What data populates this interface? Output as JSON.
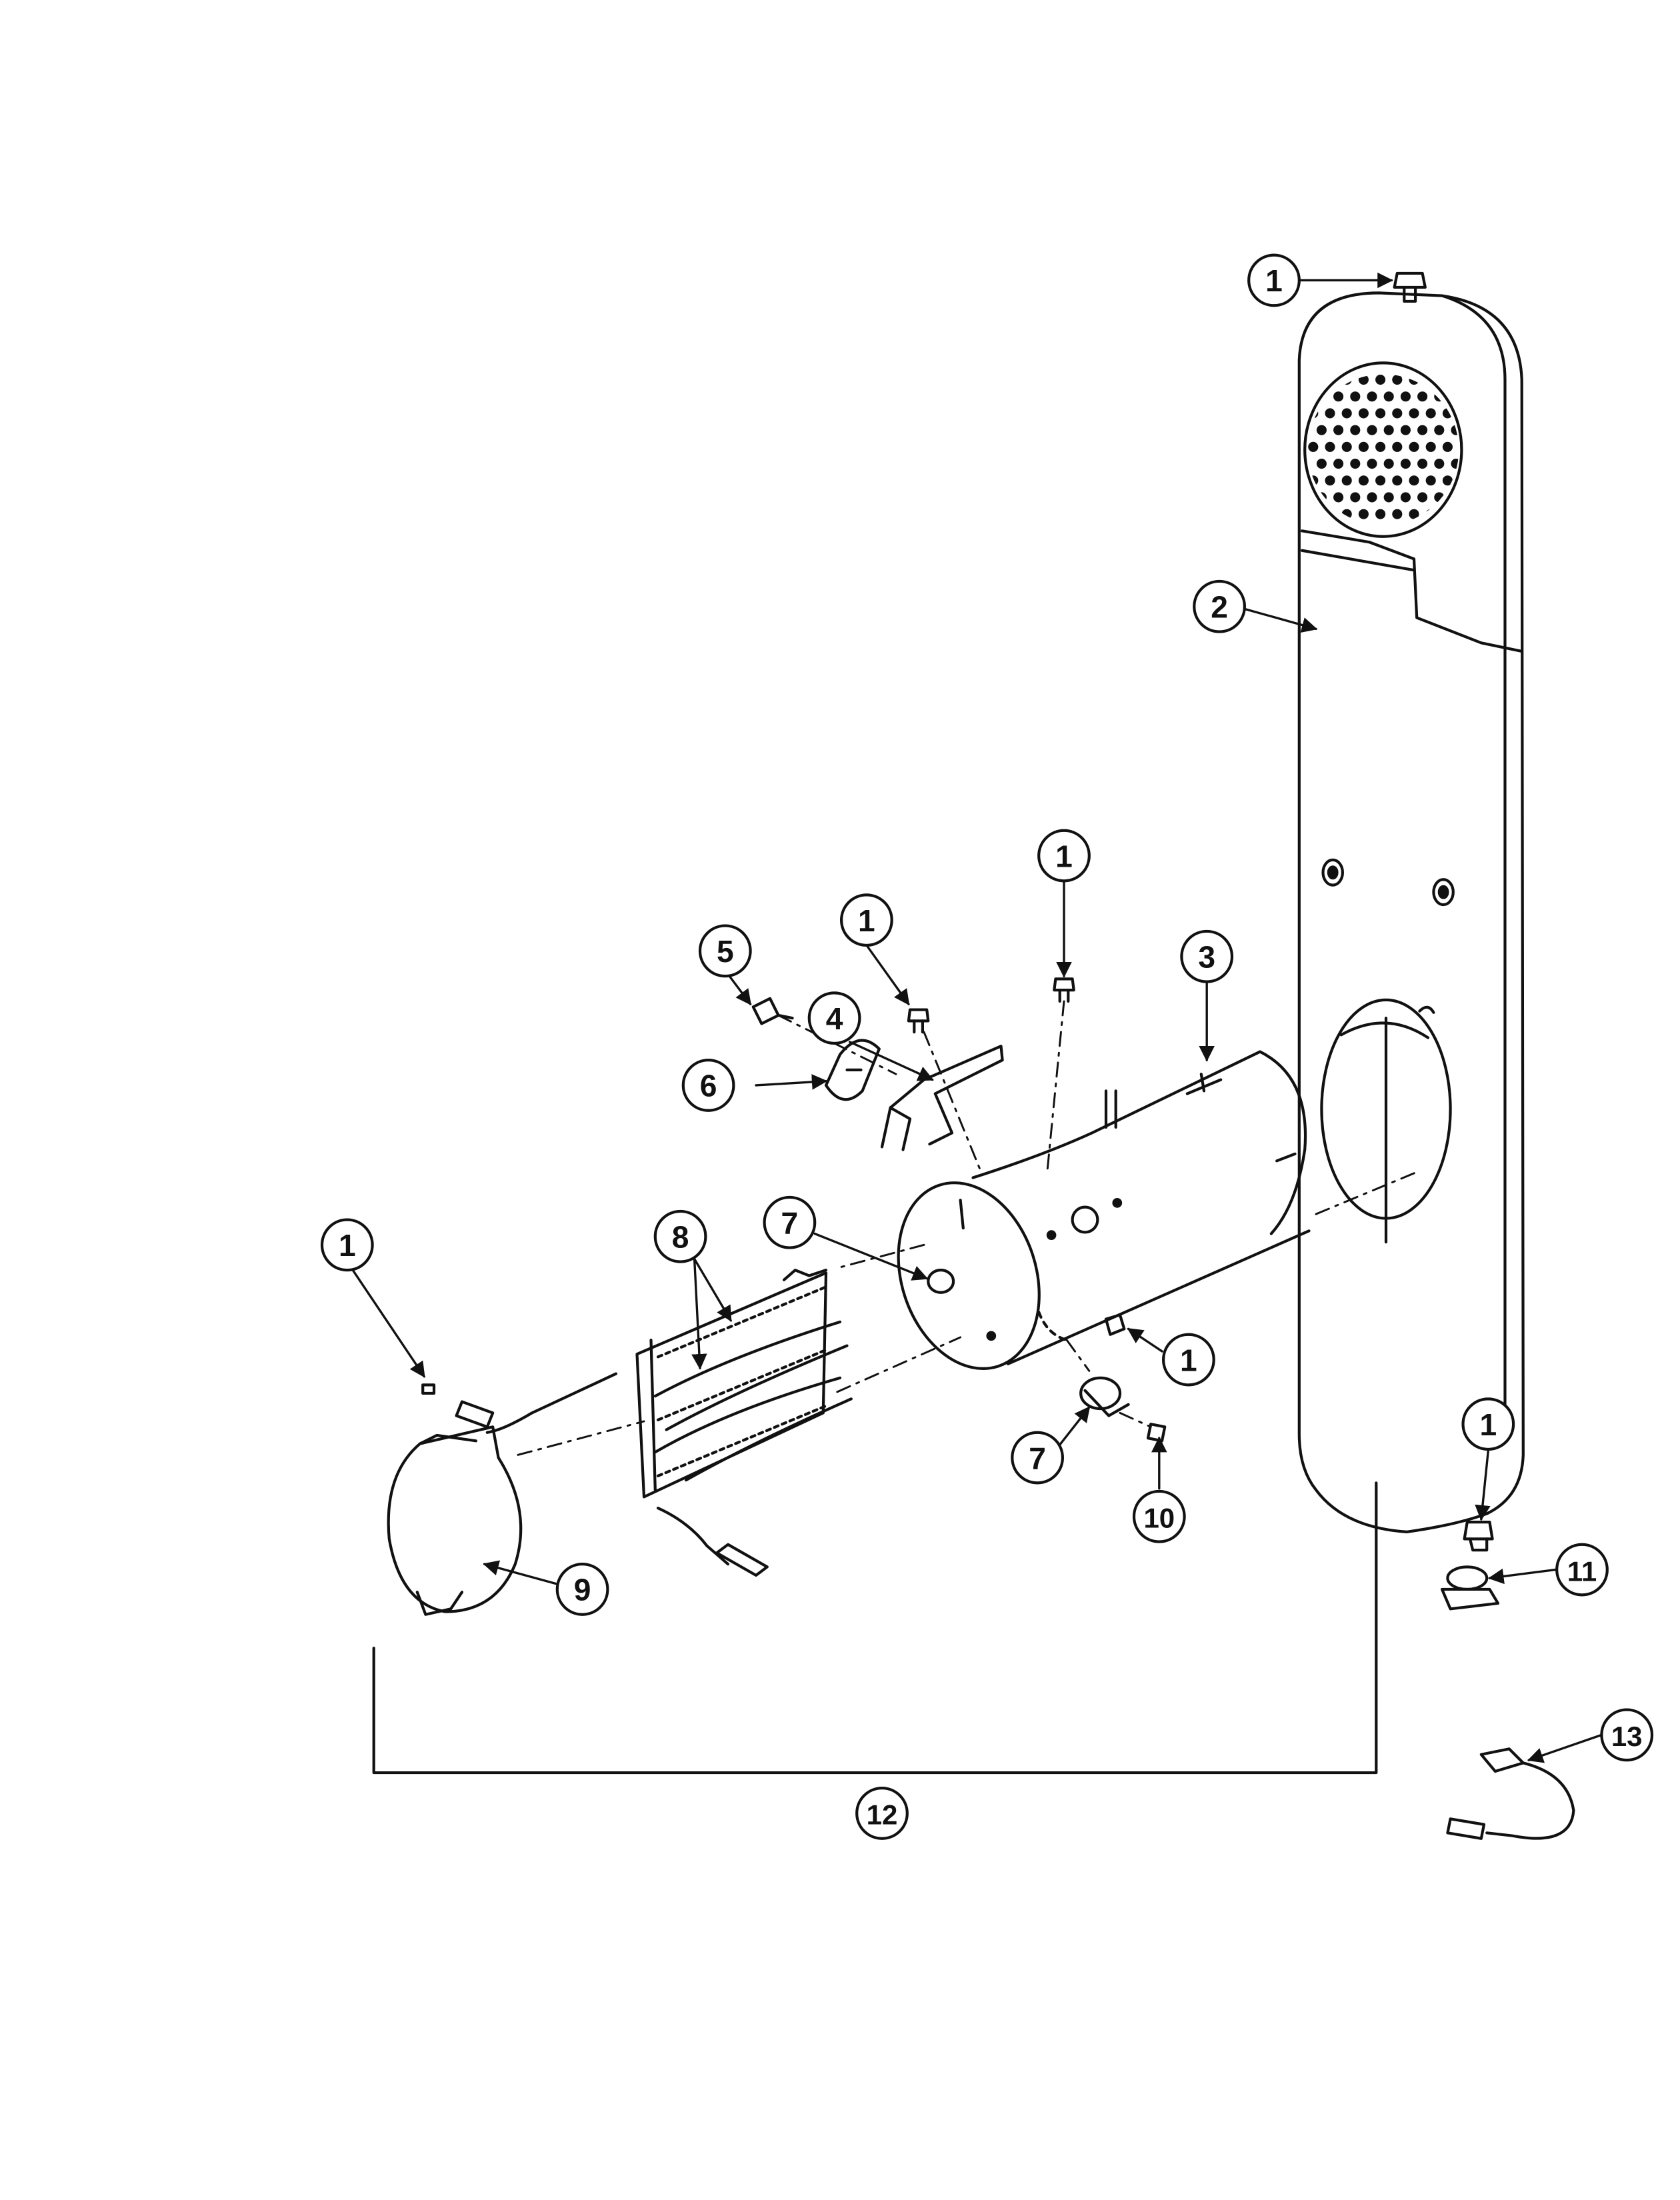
{
  "callouts": {
    "c1a": "1",
    "c2": "2",
    "c1b": "1",
    "c1c": "1",
    "c3": "3",
    "c5": "5",
    "c4": "4",
    "c6": "6",
    "c7a": "7",
    "c1d": "1",
    "c8": "8",
    "c1e": "1",
    "c7b": "7",
    "c10": "10",
    "c9": "9",
    "c1f": "1",
    "c11": "11",
    "c13": "13",
    "c12": "12"
  },
  "colors": {
    "ink": "#111111",
    "paper": "#ffffff"
  }
}
